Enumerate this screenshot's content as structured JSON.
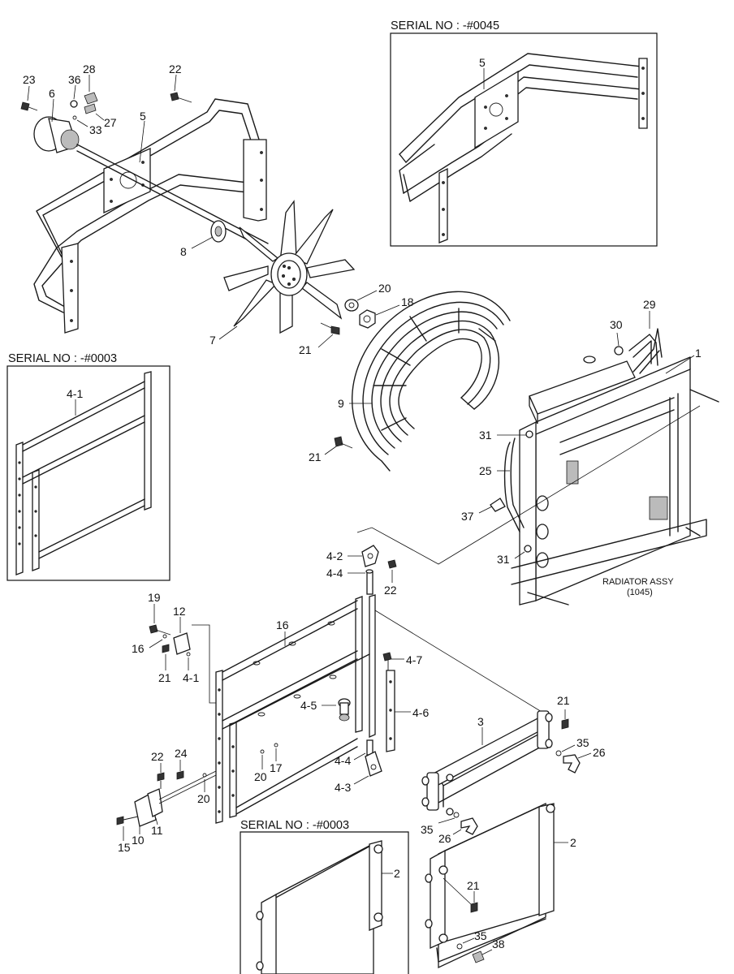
{
  "insets": {
    "top_right_title": "SERIAL NO : -#0045",
    "left_title": "SERIAL NO : -#0003",
    "bottom_title": "SERIAL NO : -#0003"
  },
  "radiator_assy": {
    "name": "RADIATOR ASSY",
    "code": "(1045)"
  },
  "callouts": [
    "23",
    "36",
    "28",
    "6",
    "33",
    "27",
    "5",
    "22",
    "5",
    "8",
    "7",
    "20",
    "18",
    "21",
    "9",
    "21",
    "30",
    "29",
    "1",
    "31",
    "25",
    "37",
    "31",
    "4-1",
    "4-2",
    "4-4",
    "22",
    "19",
    "12",
    "16",
    "21",
    "16",
    "4-1",
    "4-7",
    "4-5",
    "4-6",
    "4-4",
    "4-3",
    "20",
    "17",
    "22",
    "24",
    "20",
    "15",
    "10",
    "11",
    "21",
    "3",
    "35",
    "26",
    "35",
    "26",
    "2",
    "2",
    "21",
    "35",
    "38"
  ]
}
